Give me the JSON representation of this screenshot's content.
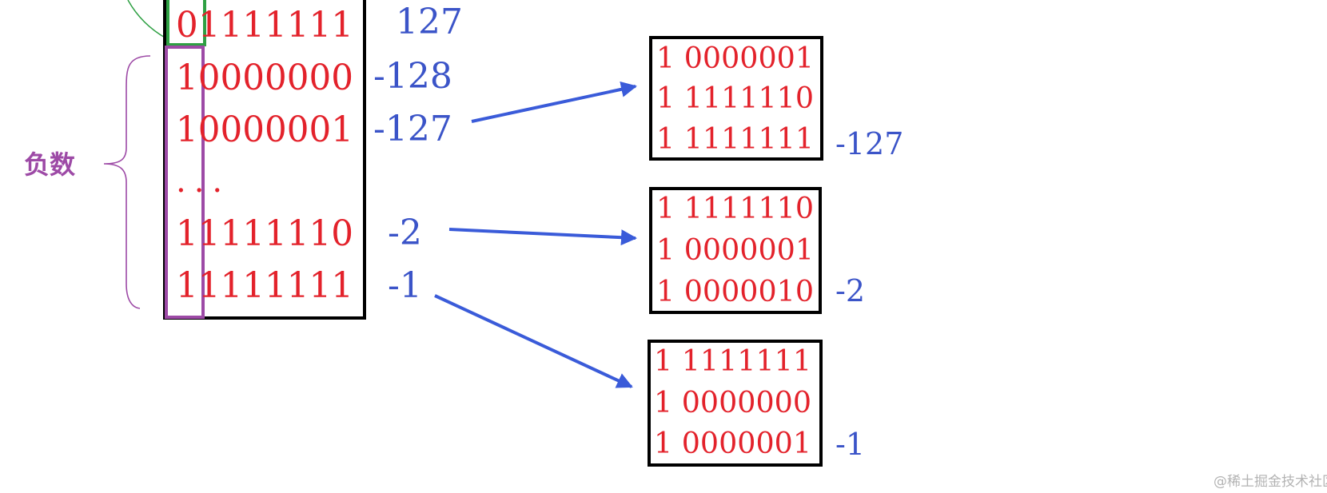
{
  "main_table": {
    "rows": [
      {
        "bits": "01111111",
        "value": "127"
      },
      {
        "bits": "10000000",
        "value": "-128"
      },
      {
        "bits": "10000001",
        "value": "-127"
      },
      {
        "bits": "...",
        "value": ""
      },
      {
        "bits": "11111110",
        "value": "-2"
      },
      {
        "bits": "11111111",
        "value": "-1"
      }
    ]
  },
  "brace_label": "负数",
  "detail_boxes": [
    {
      "lines": [
        "1 0000001",
        "1 1111110",
        "1 1111111"
      ],
      "value": "-127"
    },
    {
      "lines": [
        "1 1111110",
        "1 0000001",
        "1 0000010"
      ],
      "value": "-2"
    },
    {
      "lines": [
        "1 1111111",
        "1 0000000",
        "1 0000001"
      ],
      "value": "-1"
    }
  ],
  "watermark": "@稀土掘金技术社区",
  "colors": {
    "binary_text": "#e3222b",
    "decimal_text": "#3b54c8",
    "sign_bit_positive_box": "#2ea043",
    "sign_bit_negative_box": "#9d4aa6",
    "brace": "#9d4aa6",
    "arrows": "#3a5bd9",
    "box_border": "#000000"
  }
}
